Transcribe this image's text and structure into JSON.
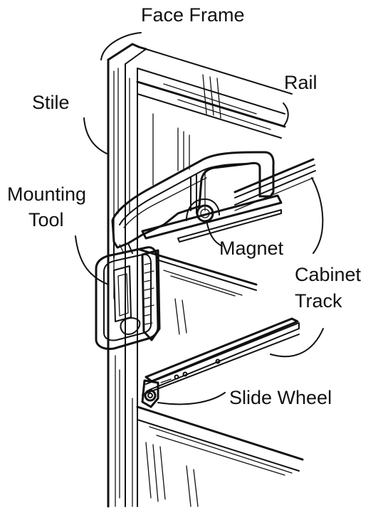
{
  "labels": {
    "face_frame": "Face Frame",
    "rail": "Rail",
    "stile": "Stile",
    "mounting_tool_line1": "Mounting",
    "mounting_tool_line2": "Tool",
    "magnet": "Magnet",
    "cabinet_track_line1": "Cabinet",
    "cabinet_track_line2": "Track",
    "slide_wheel": "Slide Wheel"
  },
  "colors": {
    "ink": "#111111",
    "background": "#ffffff"
  }
}
